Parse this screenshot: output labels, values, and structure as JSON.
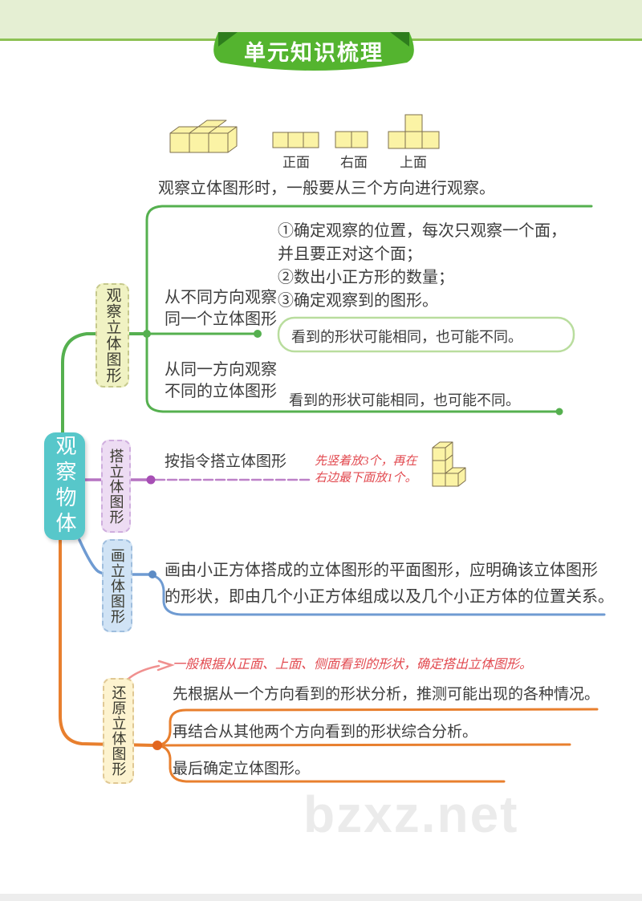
{
  "banner": {
    "title": "单元知识梳理"
  },
  "intro": {
    "sentence": "观察立体图形时，一般要从三个方向进行观察。",
    "view_labels": {
      "front": "正面",
      "right": "右面",
      "top": "上面"
    }
  },
  "mindmap": {
    "root": "观察物体",
    "branch_observe": {
      "label": "观察立体图形",
      "child_diff_dir": {
        "line1": "从不同方向观察",
        "line2": "同一个立体图形",
        "steps": [
          "①确定观察的位置，每次只观察一个面，",
          "并且要正对这个面；",
          "②数出小正方形的数量；",
          "③确定观察到的图形。"
        ],
        "result": "看到的形状可能相同，也可能不同。"
      },
      "child_same_dir": {
        "line1": "从同一方向观察",
        "line2": "不同的立体图形",
        "result": "看到的形状可能相同，也可能不同。"
      }
    },
    "branch_build": {
      "label": "搭立体图形",
      "child": "按指令搭立体图形",
      "red_note_line1": "先竖着放3个，再在",
      "red_note_line2": "右边最下面放1个。"
    },
    "branch_draw": {
      "label": "画立体图形",
      "text_line1": "画由小正方体搭成的立体图形的平面图形，应明确该立体图形",
      "text_line2": "的形状，即由几个小正方体组成以及几个小正方体的位置关系。"
    },
    "branch_restore": {
      "label": "还原立体图形",
      "red_note": "一般根据从正面、上面、侧面看到的形状，确定搭出立体图形。",
      "steps": [
        "先根据从一个方向看到的形状分析，推测可能出现的各种情况。",
        "再结合从其他两个方向看到的形状综合分析。",
        "最后确定立体图形。"
      ]
    }
  },
  "colors": {
    "band_green": "#e5efd3",
    "banner_green": "#54b42f",
    "banner_fold": "#2e7d1d",
    "branch_green": "#55b04f",
    "bubble_green": "#b9dd9e",
    "branch_purple": "#b673c2",
    "branch_blue": "#6f9bd2",
    "branch_orange": "#e87f2e",
    "arrow_pink": "#f0908f",
    "red_note": "#e2494f",
    "root_teal": "#57c7ca",
    "cube_fill": "#fbf3a5"
  },
  "watermark": "bzxz.net"
}
